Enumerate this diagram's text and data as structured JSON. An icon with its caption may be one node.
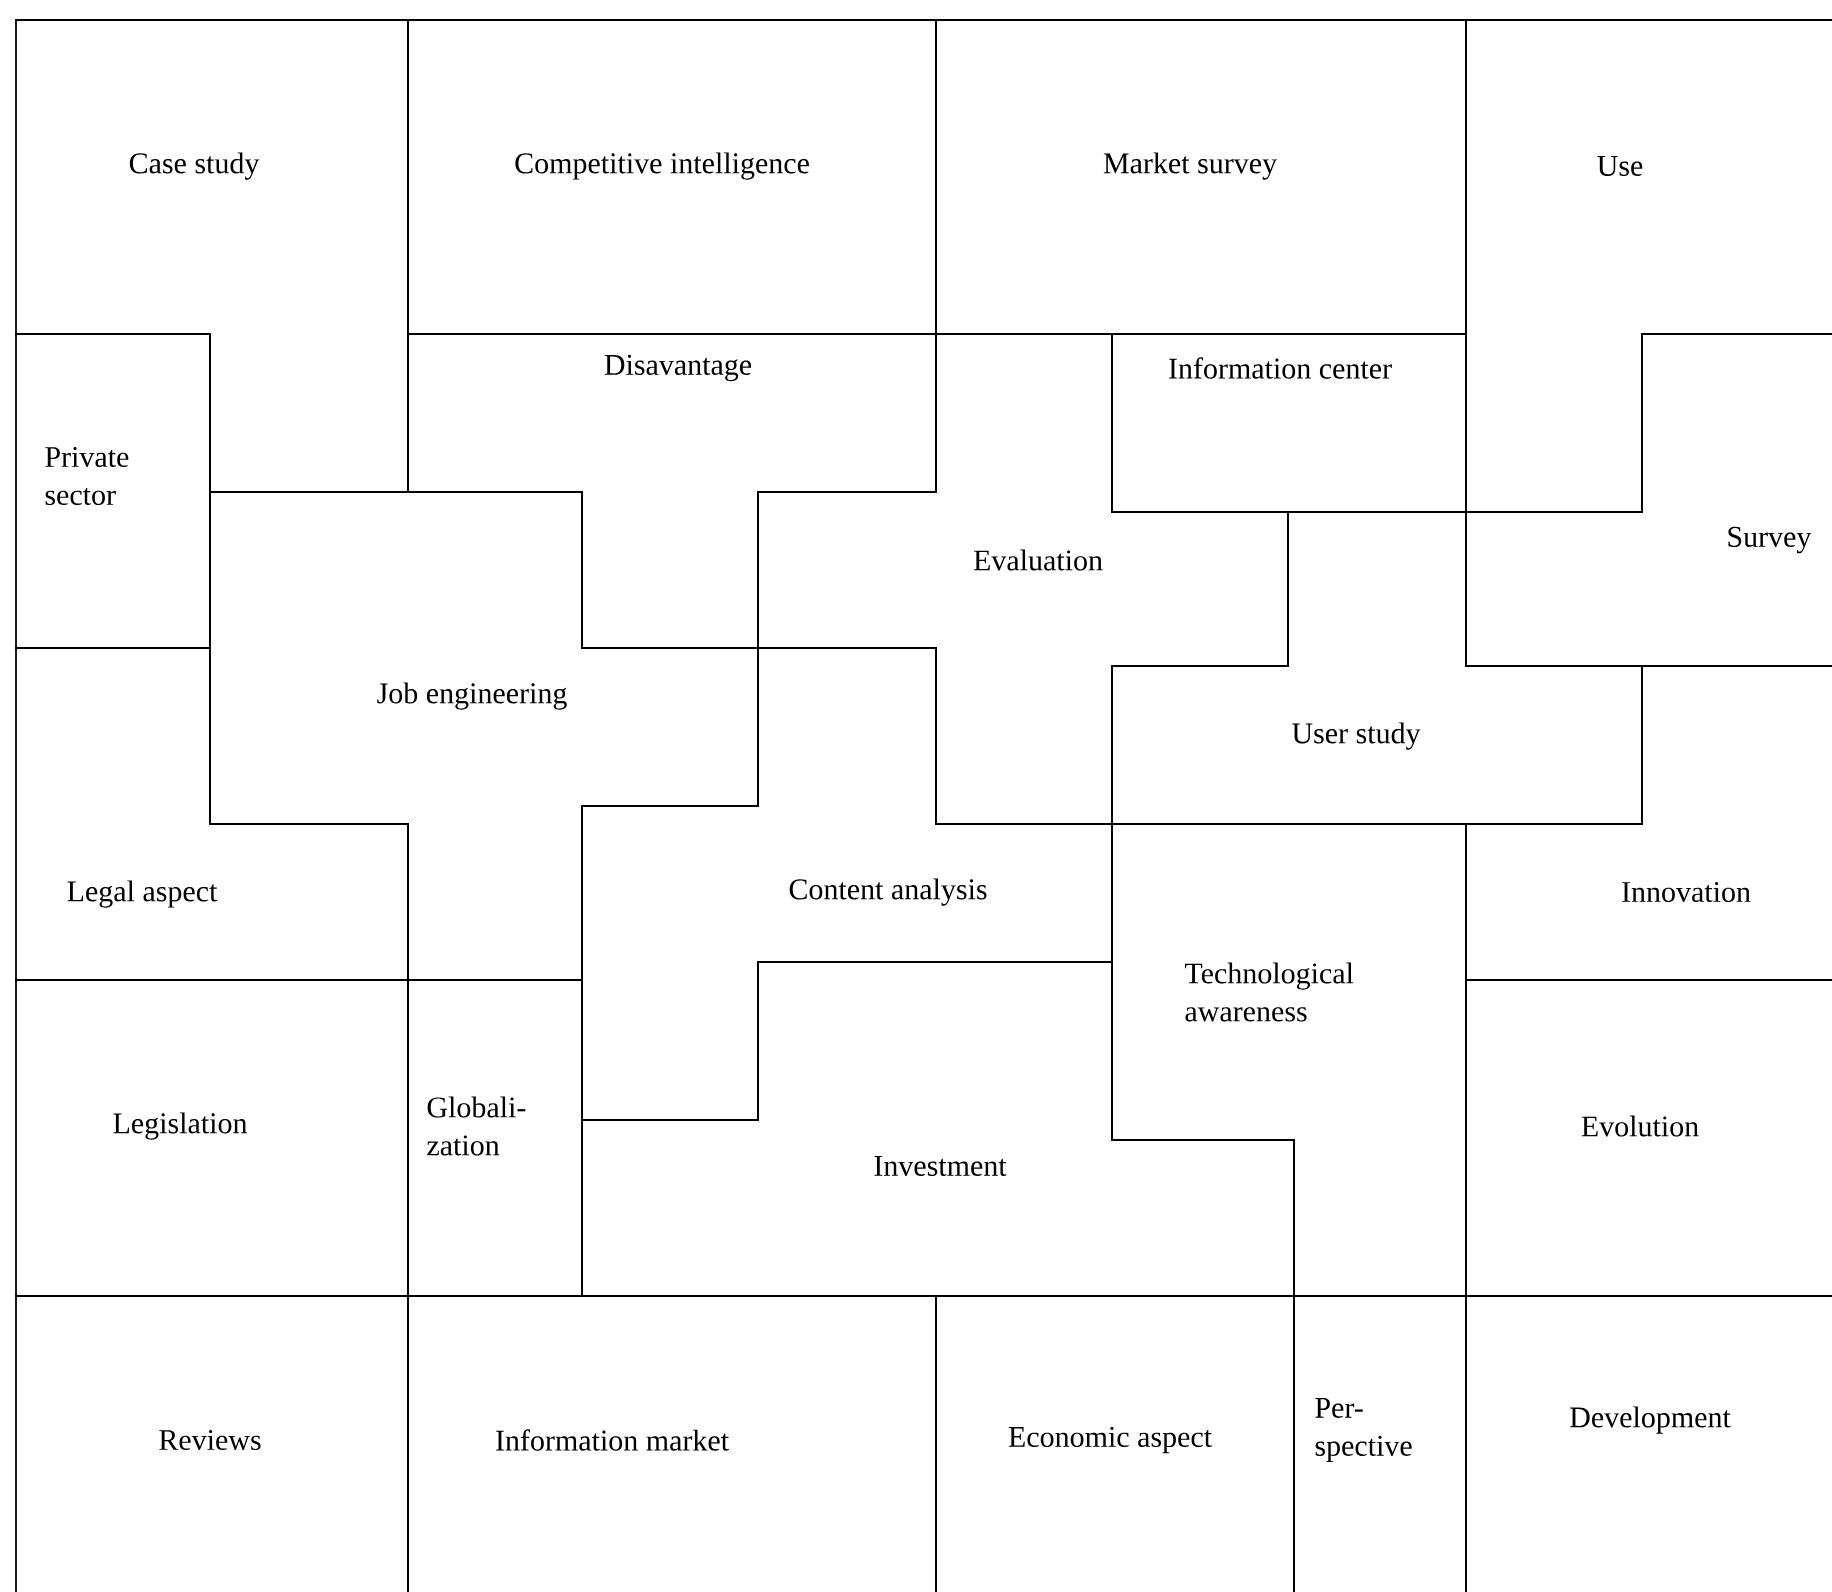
{
  "diagram": {
    "nodes": [
      {
        "text": [
          "Case study"
        ]
      },
      {
        "text": [
          "Competitive intelligence"
        ]
      },
      {
        "text": [
          "Market survey"
        ]
      },
      {
        "text": [
          "Use"
        ]
      },
      {
        "text": [
          "Private sector"
        ]
      },
      {
        "text": [
          "Disavantage"
        ]
      },
      {
        "text": [
          "Information center"
        ]
      },
      {
        "text": [
          "Evaluation"
        ]
      },
      {
        "text": [
          "Survey"
        ]
      },
      {
        "text": [
          "Job engineering"
        ]
      },
      {
        "text": [
          "User study"
        ]
      },
      {
        "text": [
          "Legal aspect"
        ]
      },
      {
        "text": [
          "Content analysis"
        ]
      },
      {
        "text": [
          "Innovation"
        ]
      },
      {
        "text": [
          "Technological awareness"
        ]
      },
      {
        "text": [
          "Legislation"
        ]
      },
      {
        "text": [
          "Globali- zation"
        ]
      },
      {
        "text": [
          "Investment"
        ]
      },
      {
        "text": [
          "Evolution"
        ]
      },
      {
        "text": [
          "Reviews"
        ]
      },
      {
        "text": [
          "Information market"
        ]
      },
      {
        "text": [
          "Economic aspect"
        ]
      },
      {
        "text": [
          "Per- spective"
        ]
      },
      {
        "text": [
          "Development"
        ]
      }
    ]
  }
}
